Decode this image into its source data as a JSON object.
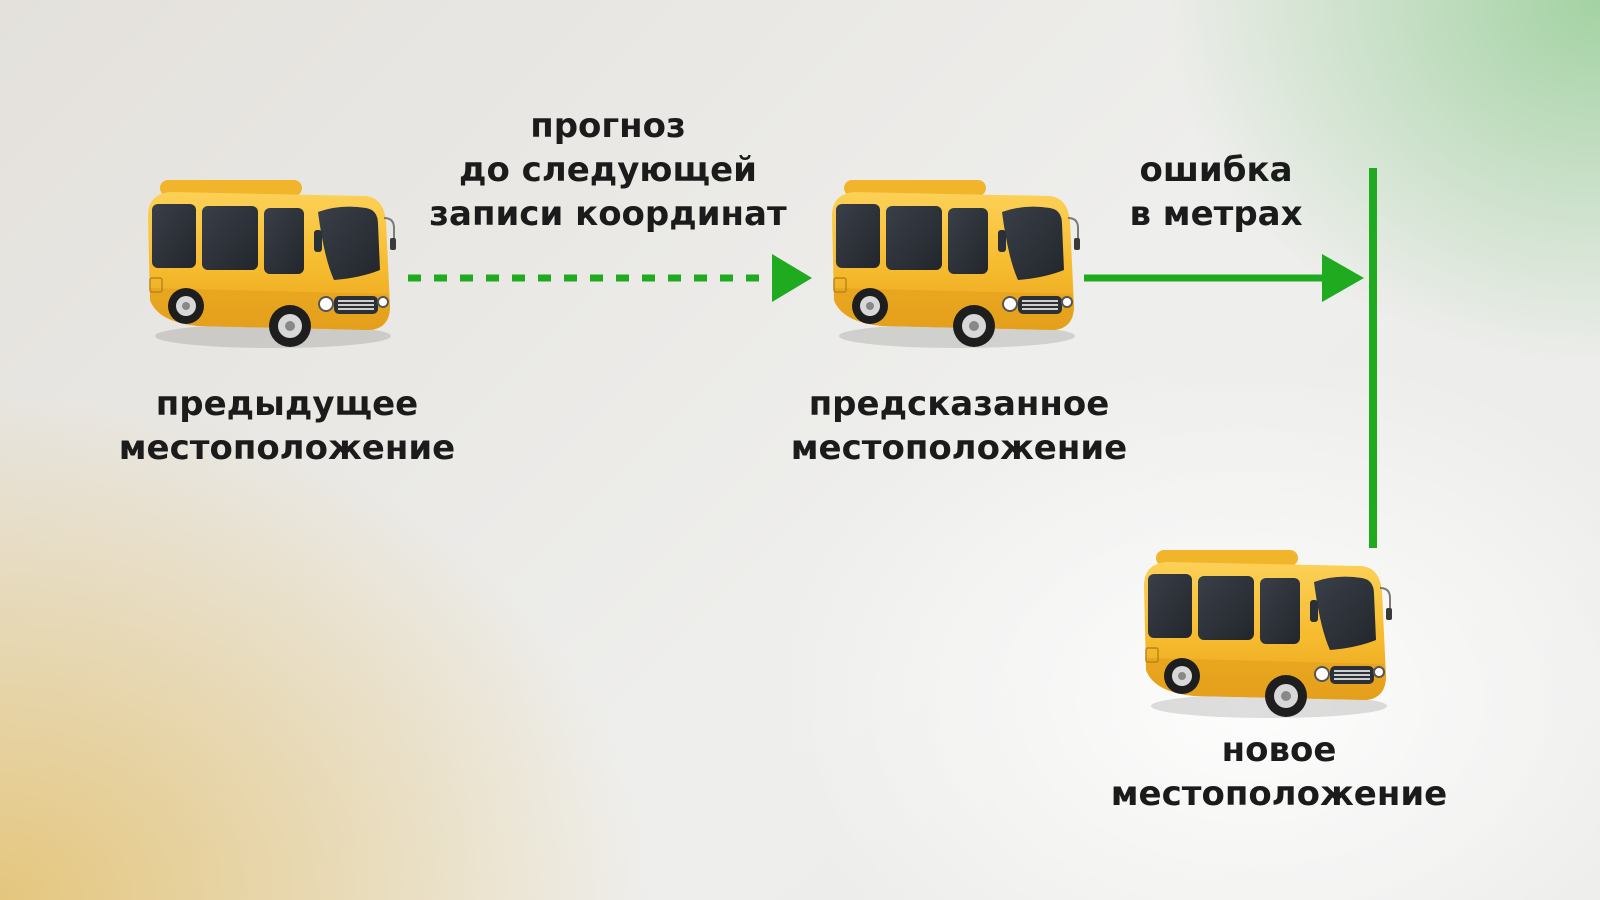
{
  "labels": {
    "forecast": [
      "прогноз",
      "до следующей",
      "записи координат"
    ],
    "error": [
      "ошибка",
      "в метрах"
    ],
    "previous_location": [
      "предыдущее",
      "местоположение"
    ],
    "predicted_location": [
      "предсказанное",
      "местоположение"
    ],
    "new_location": [
      "новое",
      "местоположение"
    ]
  },
  "colors": {
    "arrow": "#1faa1f",
    "bus_body": "#f7bf33",
    "bus_window": "#2b2f36",
    "text": "#1b1b1b"
  },
  "icons": {
    "bus": "bus-icon",
    "dashed_arrow": "dashed-arrow-icon",
    "solid_arrow": "solid-arrow-icon"
  }
}
